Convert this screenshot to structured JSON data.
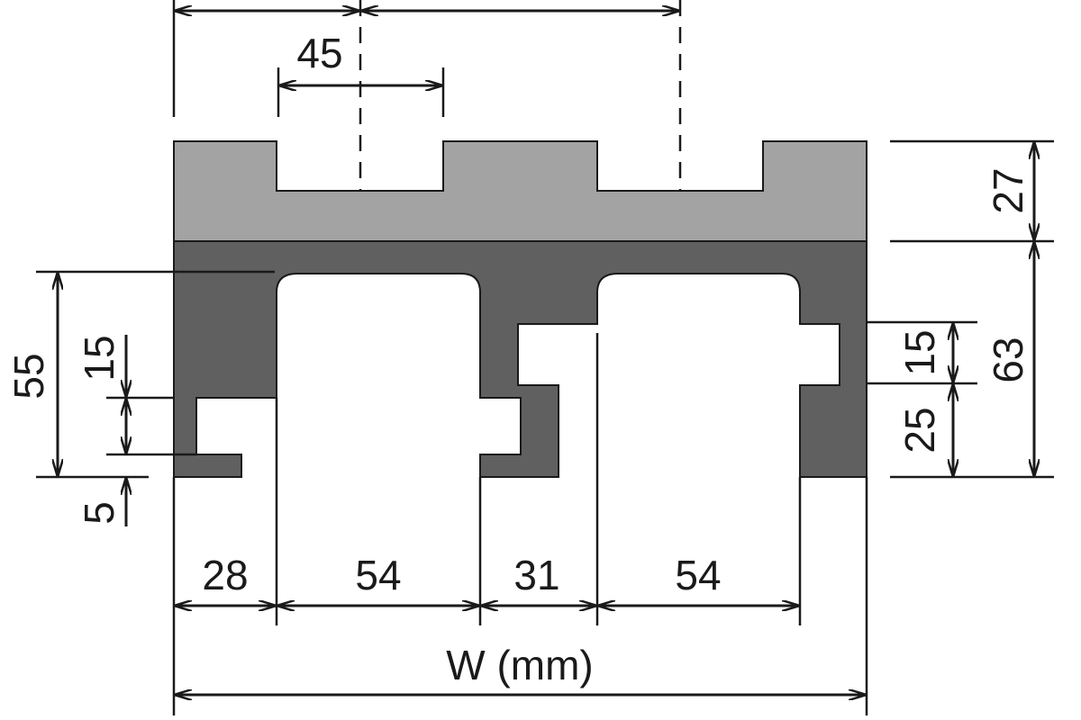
{
  "diagram": {
    "colors": {
      "upper_block": "#a3a3a3",
      "lower_block": "#606060",
      "outline": "#1a1a1a",
      "background": "#ffffff"
    },
    "dimensions": {
      "slot_pitch": "45",
      "top_height": "27",
      "right_total": "63",
      "right_slot": "15",
      "right_lower": "25",
      "left_total": "55",
      "left_slot": "15",
      "left_lip": "5",
      "seg1": "28",
      "seg2": "54",
      "seg3": "31",
      "seg4": "54",
      "width_label": "W (mm)"
    }
  }
}
